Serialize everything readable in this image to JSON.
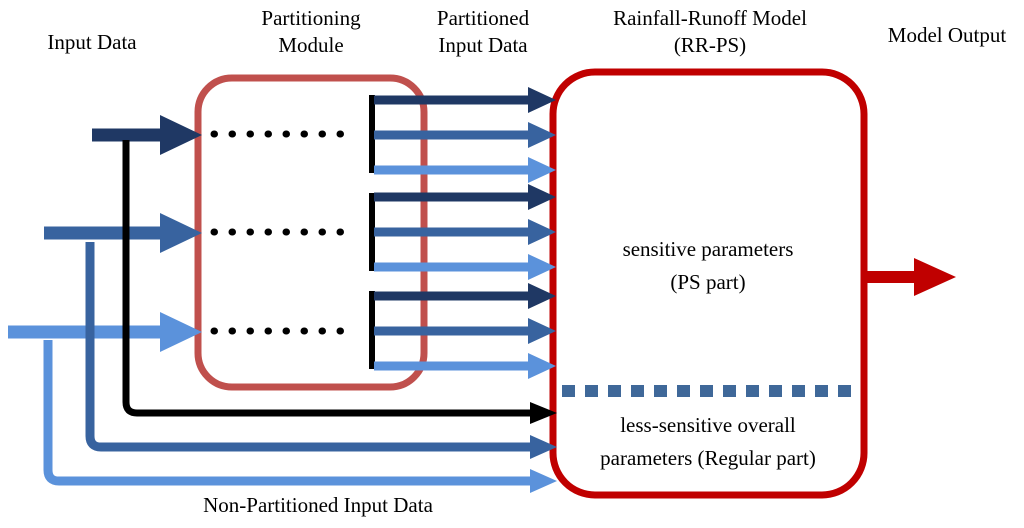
{
  "labels": {
    "input_data": "Input Data",
    "partitioning_module": "Partitioning\nModule",
    "partitioned_input_data": "Partitioned\nInput Data",
    "rainfall_runoff_model": "Rainfall-Runoff Model\n(RR-PS)",
    "model_output": "Model Output",
    "sensitive_parameters": "sensitive parameters\n(PS part)",
    "less_sensitive_parameters": "less-sensitive overall\nparameters (Regular part)",
    "non_partitioned_input_data": "Non-Partitioned Input Data"
  },
  "colors": {
    "dark_navy": "#1F3864",
    "medium_blue": "#38639F",
    "light_blue": "#5B92DB",
    "black": "#000000",
    "model_red": "#C00000",
    "partition_salmon": "#C0504D",
    "dash_blue": "#3F6899"
  }
}
